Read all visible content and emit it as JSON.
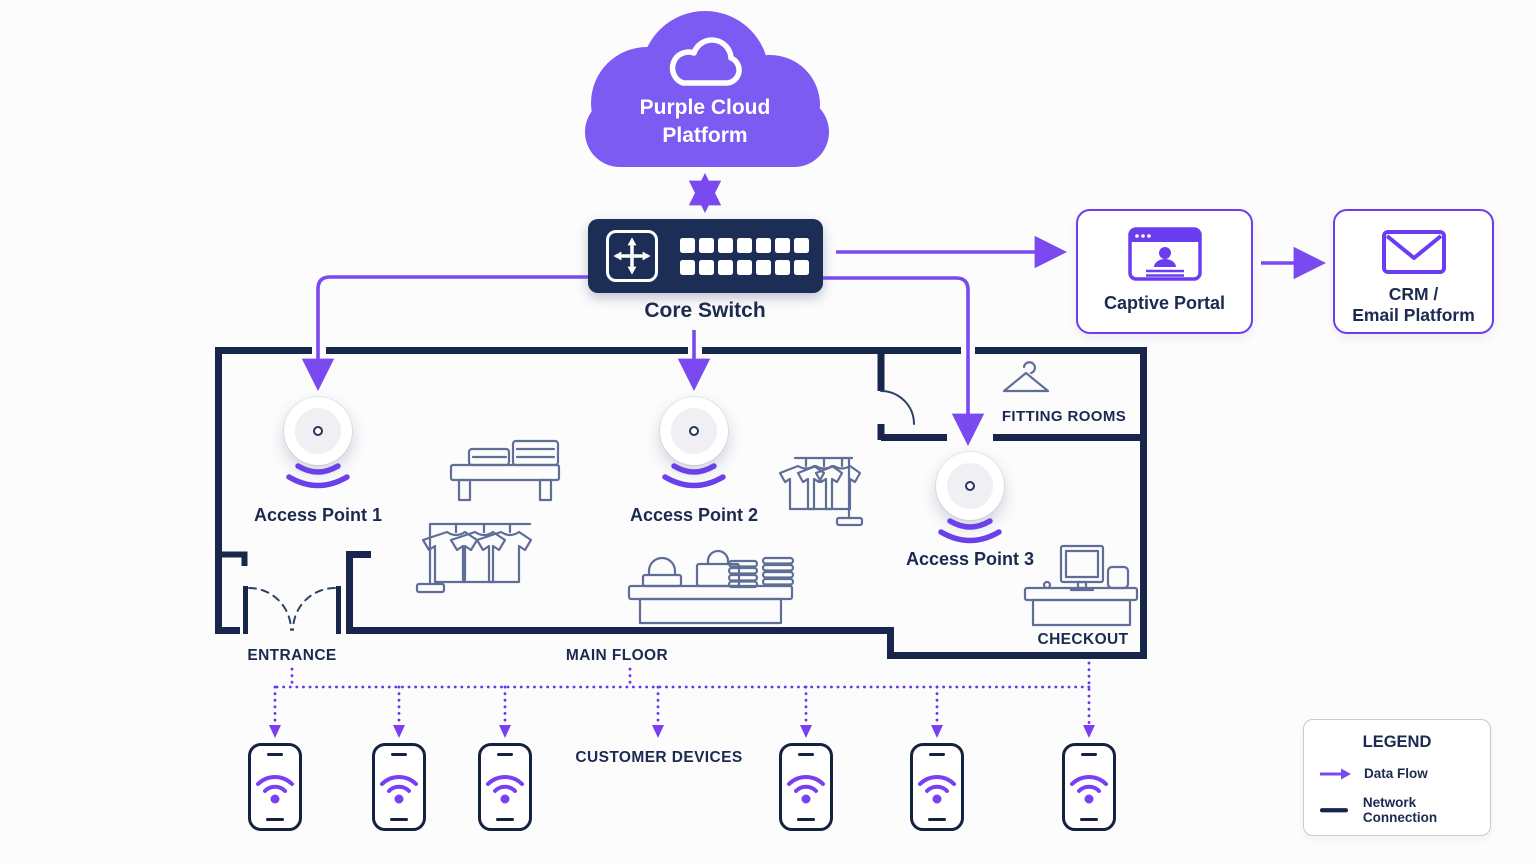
{
  "cloud": {
    "line1": "Purple Cloud",
    "line2": "Platform"
  },
  "core_switch": {
    "label": "Core Switch"
  },
  "captive_portal": {
    "label": "Captive Portal"
  },
  "crm": {
    "line1": "CRM /",
    "line2": "Email Platform"
  },
  "access_points": [
    {
      "label": "Access Point 1"
    },
    {
      "label": "Access Point 2"
    },
    {
      "label": "Access Point 3"
    }
  ],
  "floor_labels": {
    "entrance": "ENTRANCE",
    "main_floor": "MAIN FLOOR",
    "fitting_rooms": "FITTING ROOMS",
    "checkout": "CHECKOUT",
    "customer_devices": "CUSTOMER DEVICES"
  },
  "devices": {
    "count": 6,
    "type": "smartphone-with-wifi"
  },
  "legend": {
    "title": "LEGEND",
    "items": [
      {
        "icon": "data-flow-arrow-icon",
        "label": "Data Flow"
      },
      {
        "icon": "network-connection-line-icon",
        "label": "Network Connection"
      }
    ]
  },
  "colors": {
    "cloud_fill": "#7b5bf2",
    "flow_purple": "#7a49f0",
    "dotted_purple": "#6a35ee",
    "wall_navy": "#17264a",
    "text_navy": "#1b2a4e",
    "furniture_slate": "#5f6e96",
    "switch_bg": "#1d2e56"
  }
}
